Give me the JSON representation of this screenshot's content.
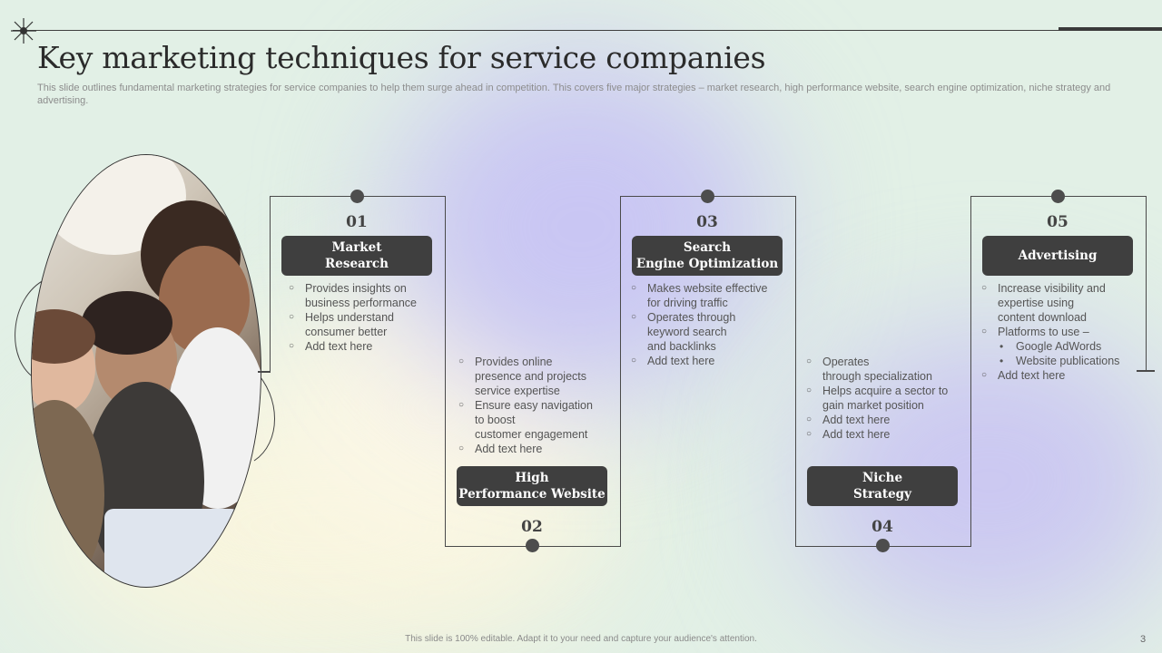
{
  "title": "Key marketing techniques for service companies",
  "subtitle": "This slide outlines fundamental marketing strategies for service companies to help them surge ahead in competition. This covers five major strategies – market research, high performance website, search engine optimization, niche strategy and advertising.",
  "steps": [
    {
      "number": "01",
      "label": "Market\nResearch",
      "points": [
        "Provides insights on\nbusiness performance",
        "Helps understand\nconsumer better",
        "Add text here"
      ]
    },
    {
      "number": "02",
      "label": "High\nPerformance Website",
      "points": [
        "Provides online\npresence and projects\nservice expertise",
        "Ensure easy navigation\nto boost\ncustomer engagement",
        "Add text here"
      ]
    },
    {
      "number": "03",
      "label": "Search\nEngine Optimization",
      "points": [
        "Makes website effective\nfor driving  traffic",
        "Operates through\nkeyword search\nand backlinks",
        "Add text here"
      ]
    },
    {
      "number": "04",
      "label": "Niche\nStrategy",
      "points": [
        "Operates\nthrough  specialization",
        "Helps acquire a sector to\ngain market position",
        "Add text here",
        "Add text here"
      ]
    },
    {
      "number": "05",
      "label": "Advertising",
      "points": [
        "Increase visibility and\nexpertise using",
        "content download",
        "Platforms to use –",
        "Google AdWords",
        "Website publications",
        "Add text here"
      ]
    }
  ],
  "footer": "This slide is 100% editable.  Adapt it to your need and capture your audience's attention.",
  "page_number": "3",
  "colors": {
    "accent_dark": "#3f3f3f",
    "background": "#e2f0e6",
    "blob_purple": "#c9c6f3"
  },
  "icons": {
    "corner": "star-burst-icon",
    "photo": "team-photo"
  }
}
